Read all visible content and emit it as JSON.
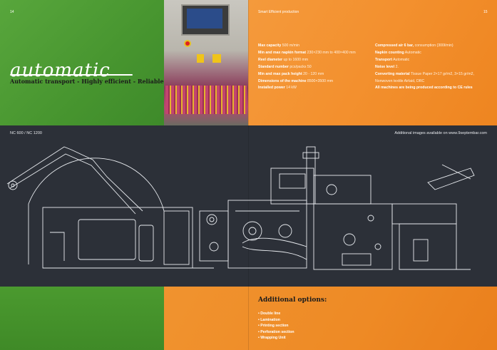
{
  "page_left": "14",
  "page_right": "15",
  "header": "Smart Efficient production",
  "title": "automatic",
  "tagline": "Automatic transport - Highly efficient - Reliable",
  "specs_left": [
    {
      "label": "Max capacity",
      "value": "500 m/min"
    },
    {
      "label": "Min and max napkin format",
      "value": "230×230 mm to 400×400 mm"
    },
    {
      "label": "Reel diameter",
      "value": "up to 1600 mm"
    },
    {
      "label": "Standard number",
      "value": "pcs/packs 50"
    },
    {
      "label": "Min and max pack height",
      "value": "20 - 120 mm"
    },
    {
      "label": "Dimensions of the machine",
      "value": "8500×3500 mm"
    },
    {
      "label": "Installed power",
      "value": "14 kW"
    }
  ],
  "specs_right": [
    {
      "label": "Compressed air 6 bar,",
      "value": "consumption (300l/min)"
    },
    {
      "label": "Napkin counting",
      "value": "Automatic"
    },
    {
      "label": "Transport",
      "value": "Automatic"
    },
    {
      "label": "Noise level",
      "value": "2."
    },
    {
      "label": "Converting material",
      "value": "Tissue Paper 2×17 gr/m2, 3×15 gr/m2,"
    },
    {
      "label": "",
      "value": "Nonwoven textile Airlaid, DRC"
    },
    {
      "label": "All machines are being produced according to CE rules",
      "value": ""
    }
  ],
  "model": "NC 600 / NC 1200",
  "availability": "Additional images available on www.9septembar.com",
  "additional": {
    "title": "Additional options:",
    "items": [
      "Double line",
      "Lamination",
      "Printing section",
      "Perforation section",
      "Wrapping Unit"
    ]
  },
  "colors": {
    "green": "#4a9a30",
    "orange": "#f3902e",
    "dark": "#2c3038"
  }
}
